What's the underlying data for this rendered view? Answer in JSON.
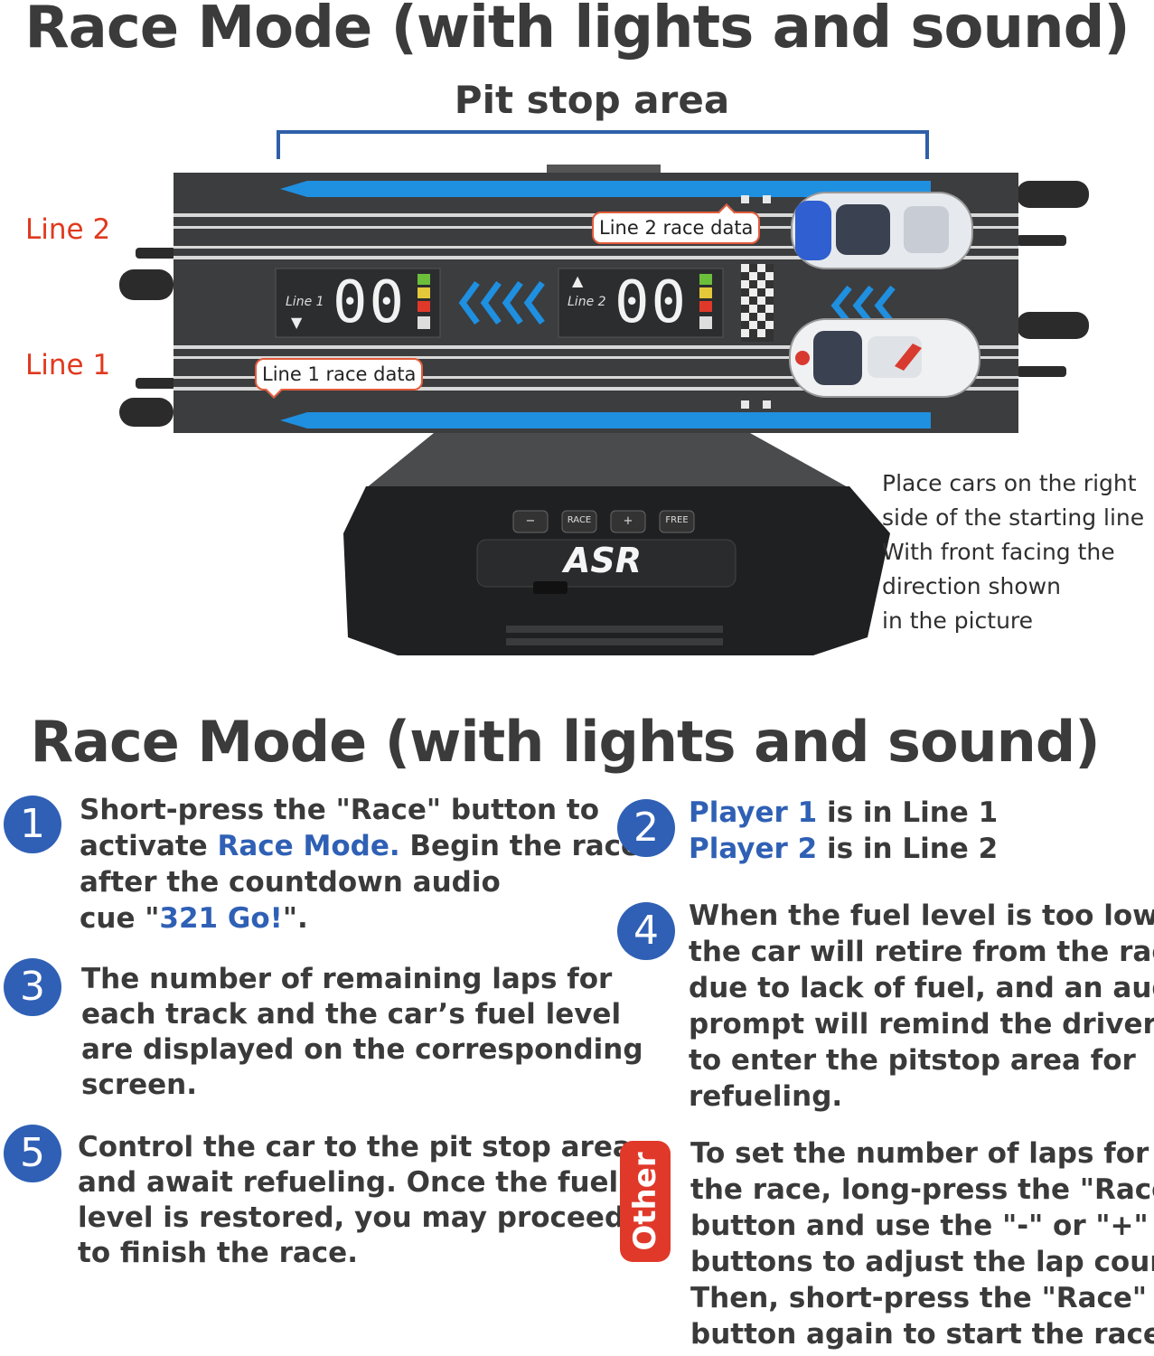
{
  "header": {
    "title": "Race Mode (with lights and sound)",
    "pit_stop_label": "Pit stop area"
  },
  "track": {
    "line2_label": "Line 2",
    "line1_label": "Line 1",
    "line2_callout": "Line 2 race data",
    "line1_callout": "Line 1 race data",
    "display_line1_tag": "Line 1",
    "display_line2_tag": "Line 2",
    "display_line1_digits": "00",
    "display_line2_digits": "00",
    "controller_buttons": [
      "−",
      "RACE",
      "+",
      "FREE"
    ],
    "logo": "ASR"
  },
  "placement_note": [
    "Place cars on the right",
    "side of the starting line",
    "With front facing the",
    "direction shown",
    "in the picture"
  ],
  "section_title": "Race Mode (with lights and sound)",
  "steps": {
    "s1": {
      "number": "1",
      "l1": "Short-press the \"Race\" button to",
      "l2a": "activate ",
      "l2b": "Race Mode.",
      "l2c": " Begin the race",
      "l3": "after the countdown audio",
      "l4a": "cue \"",
      "l4b": "321 Go!",
      "l4c": "\"."
    },
    "s2": {
      "number": "2",
      "l1a": "Player 1",
      "l1b": " is in Line 1",
      "l2a": "Player 2",
      "l2b": " is in Line 2"
    },
    "s3": {
      "number": "3",
      "lines": [
        "The number of remaining laps for",
        "each track and the car’s fuel level",
        "are displayed on the corresponding",
        "screen."
      ]
    },
    "s4": {
      "number": "4",
      "lines": [
        "When the fuel level is too low,",
        "the car will retire from the race",
        "due to lack of fuel, and an audio",
        "prompt will remind the driver",
        "to enter the pitstop area for",
        "refueling."
      ]
    },
    "s5": {
      "number": "5",
      "lines": [
        "Control the car to the pit stop area",
        "and await refueling. Once the fuel",
        "level is restored, you may proceed",
        "to finish the race."
      ]
    },
    "other": {
      "badge": "Other",
      "lines": [
        "To set the number of laps for",
        "the race, long-press the \"Race\"",
        "button and use the \"-\" or \"+\"",
        "buttons to adjust the lap count.",
        "Then, short-press the \"Race\"",
        "button again to start the race."
      ]
    }
  },
  "colors": {
    "accent_blue": "#2f60b5",
    "label_red": "#e0391f",
    "track_dark": "#3c3d3f",
    "lane_blue": "#1f8fe0"
  }
}
